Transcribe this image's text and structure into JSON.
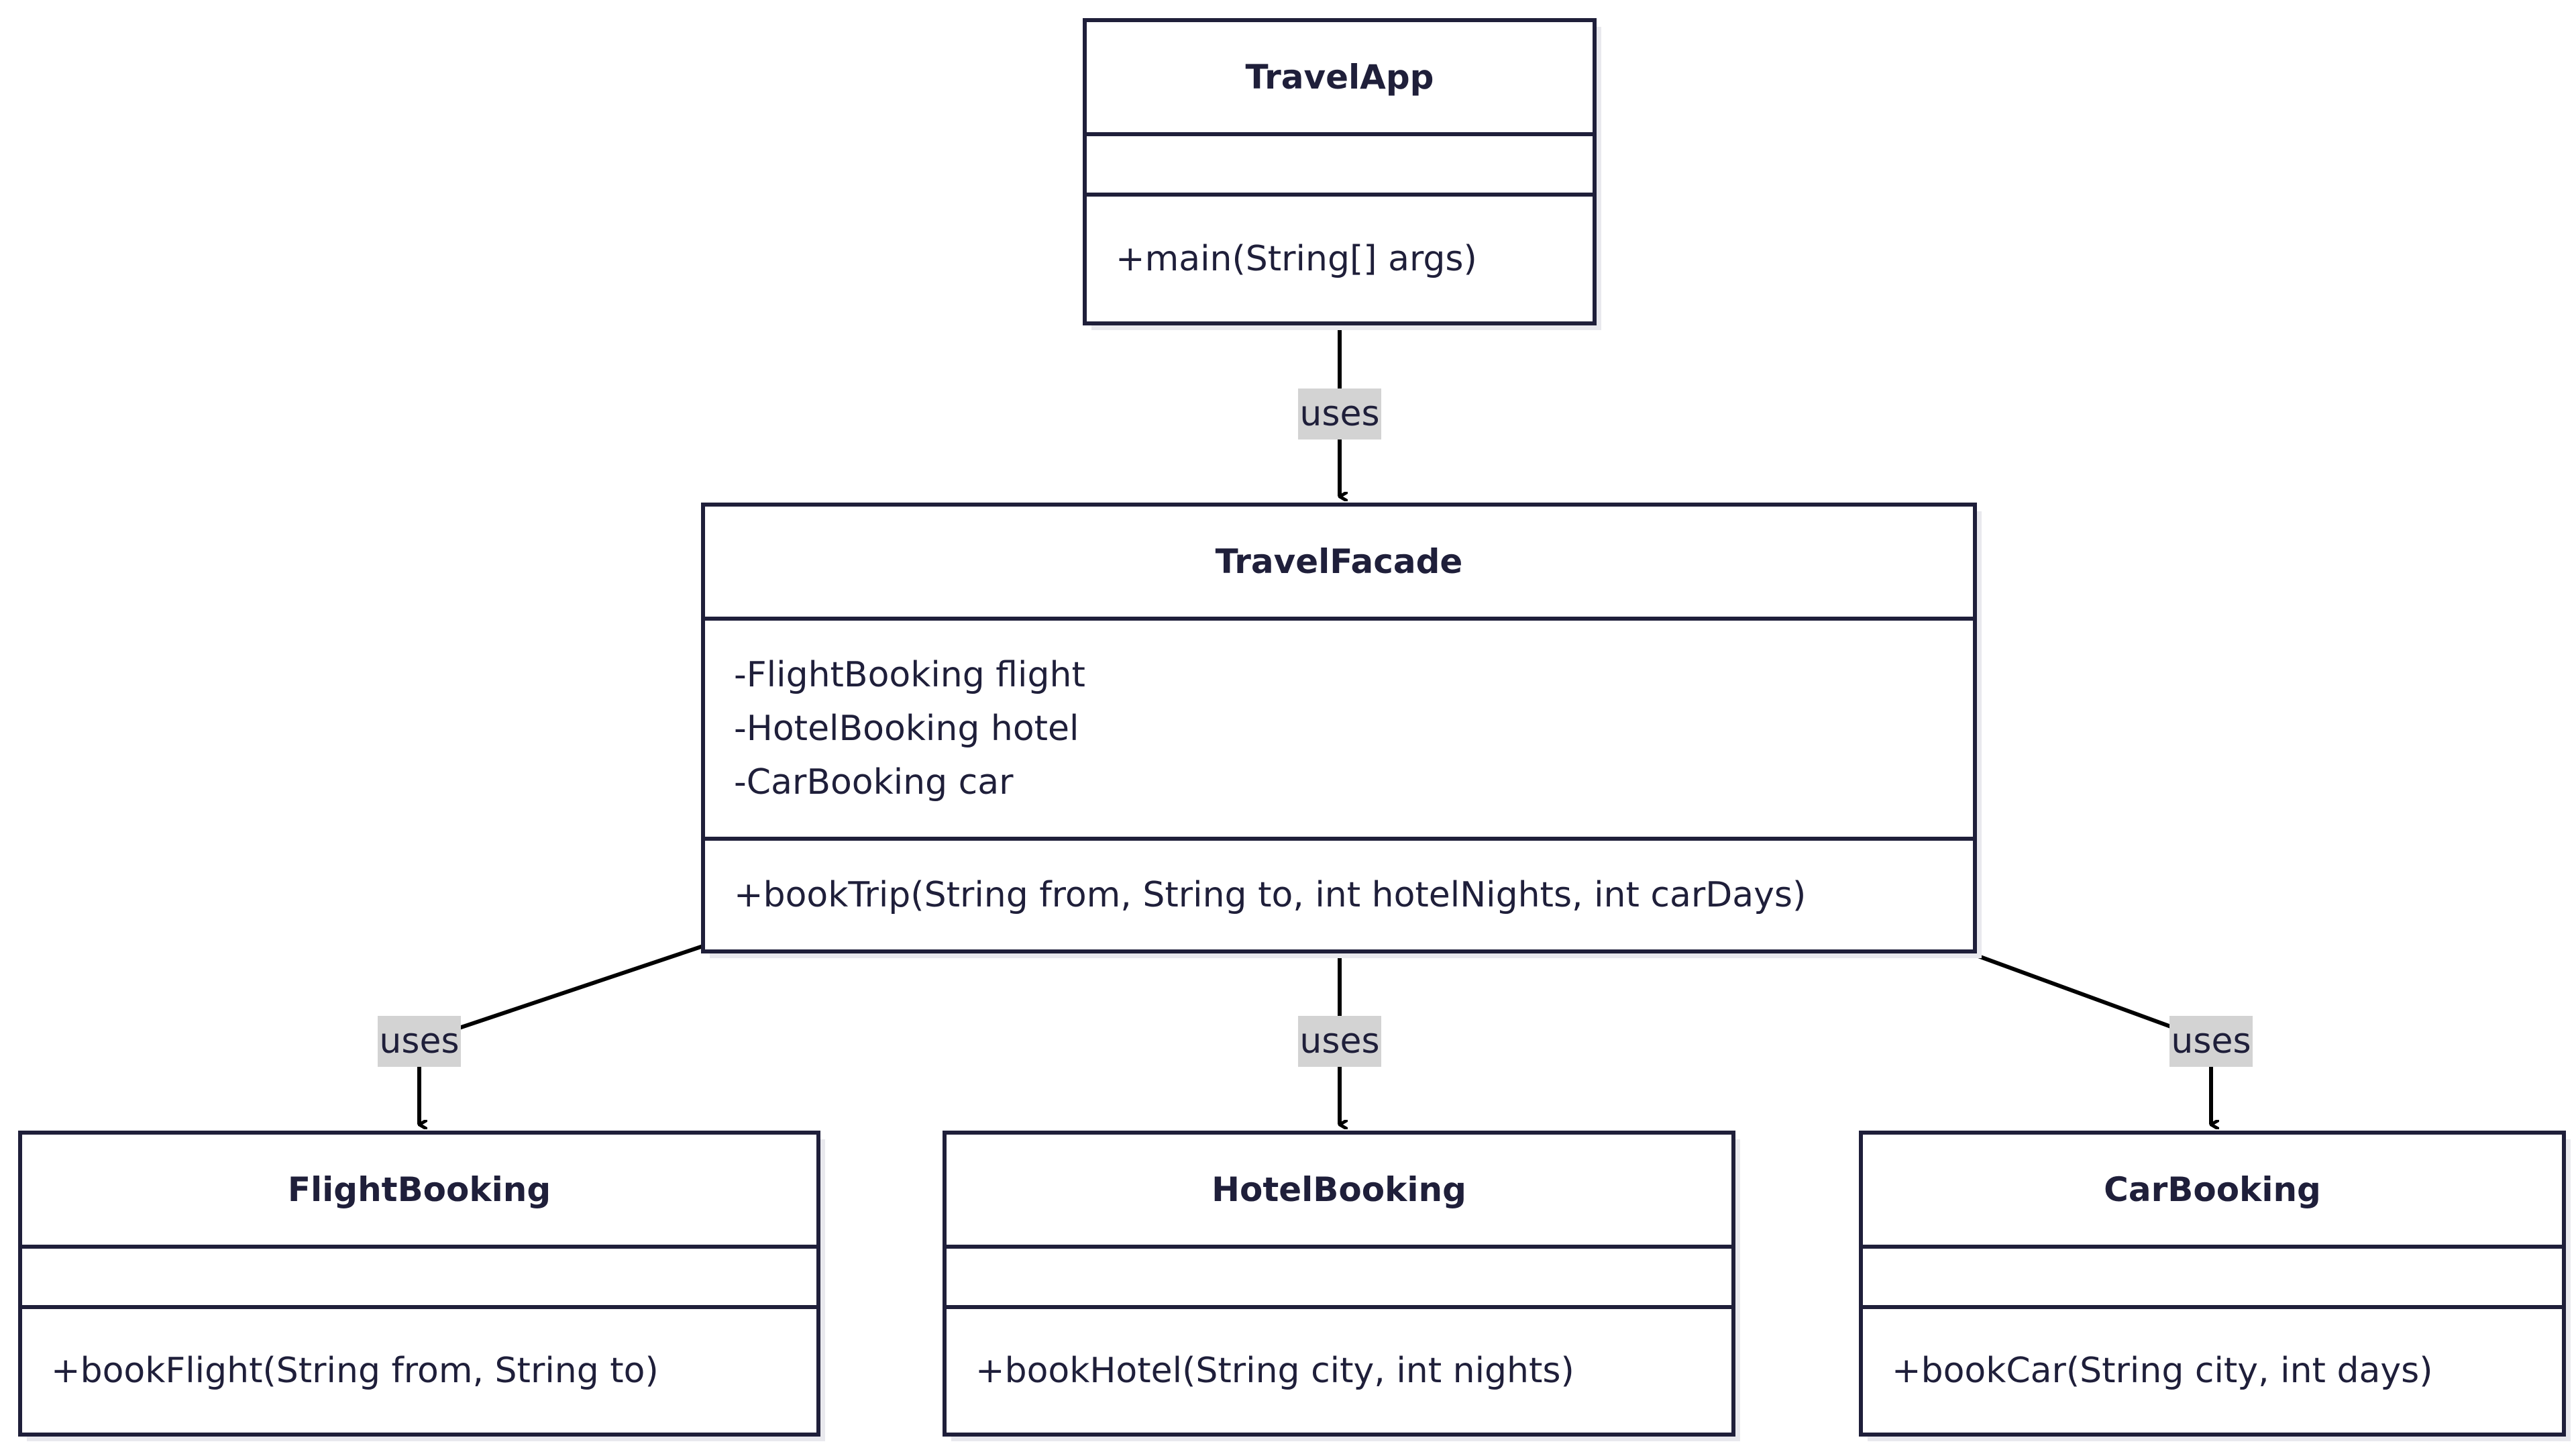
{
  "colors": {
    "ink": "#1f1f3a",
    "arrow": "#000000",
    "label_background": "#d3d3d3",
    "box_fill": "#ffffff"
  },
  "classes": [
    {
      "key": "travelapp",
      "name": "TravelApp",
      "attributes": [],
      "methods": [
        "+main(String[] args)"
      ]
    },
    {
      "key": "travelfacade",
      "name": "TravelFacade",
      "attributes": [
        "-FlightBooking flight",
        "-HotelBooking hotel",
        "-CarBooking car"
      ],
      "methods": [
        "+bookTrip(String from, String to, int hotelNights, int carDays)"
      ]
    },
    {
      "key": "flightbooking",
      "name": "FlightBooking",
      "attributes": [],
      "methods": [
        "+bookFlight(String from, String to)"
      ]
    },
    {
      "key": "hotelbooking",
      "name": "HotelBooking",
      "attributes": [],
      "methods": [
        "+bookHotel(String city, int nights)"
      ]
    },
    {
      "key": "carbooking",
      "name": "CarBooking",
      "attributes": [],
      "methods": [
        "+bookCar(String city, int days)"
      ]
    }
  ],
  "relations": [
    {
      "key": "travelapp-travelfacade",
      "from": "TravelApp",
      "to": "TravelFacade",
      "label": "uses"
    },
    {
      "key": "travelfacade-flightbooking",
      "from": "TravelFacade",
      "to": "FlightBooking",
      "label": "uses"
    },
    {
      "key": "travelfacade-hotelbooking",
      "from": "TravelFacade",
      "to": "HotelBooking",
      "label": "uses"
    },
    {
      "key": "travelfacade-carbooking",
      "from": "TravelFacade",
      "to": "CarBooking",
      "label": "uses"
    }
  ]
}
